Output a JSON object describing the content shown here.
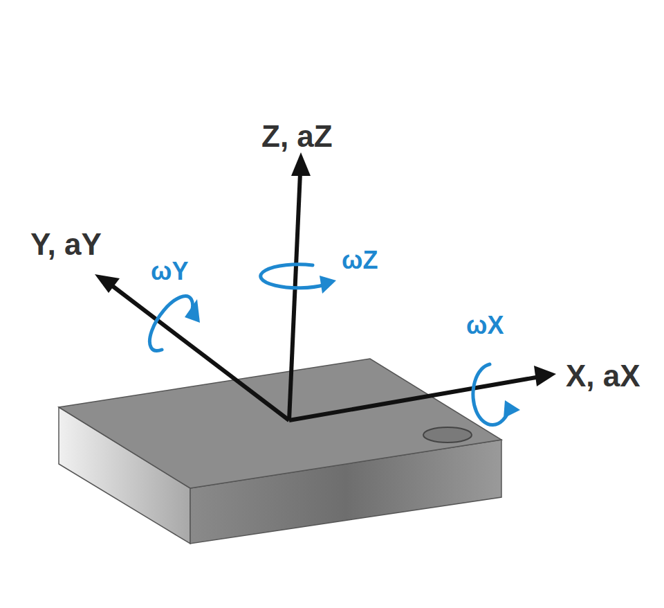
{
  "diagram": {
    "labels": [
      "Z, aZ",
      "Y, aY",
      "X, aX",
      "ωY",
      "ωZ",
      "ωX"
    ]
  }
}
